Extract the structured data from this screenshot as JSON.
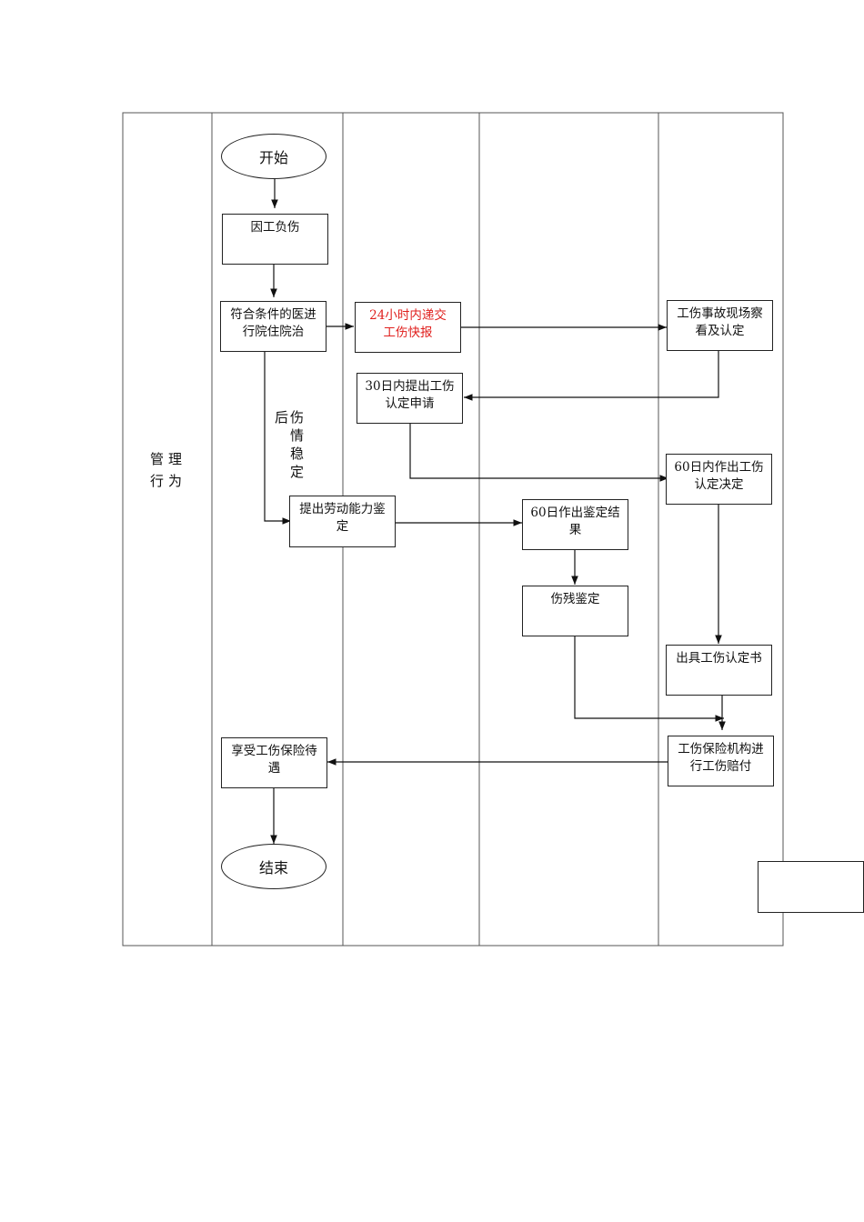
{
  "lane_label": "管理行为",
  "nodes": {
    "start": "开始",
    "injury": "因工负伤",
    "treatment": "符合条件的医进行院住院治",
    "quick_report": "24小时内递交工伤快报",
    "site_inspection": "工伤事故现场察看及认定",
    "apply_30": "30日内提出工伤认定申请",
    "decision_60": "60日内作出工伤认定决定",
    "labor_appraisal": "提出劳动能力鉴定",
    "appraisal_result": "60日作出鉴定结果",
    "disability": "伤残鉴定",
    "certificate": "出具工伤认定书",
    "compensation": "工伤保险机构进行工伤赔付",
    "benefits": "享受工伤保险待遇",
    "end": "结束",
    "blank": ""
  },
  "stable_label": {
    "col1": "后",
    "col2": [
      "伤",
      "情",
      "稳",
      "定"
    ]
  },
  "colors": {
    "line": "#222222",
    "highlight": "#e0201e"
  }
}
